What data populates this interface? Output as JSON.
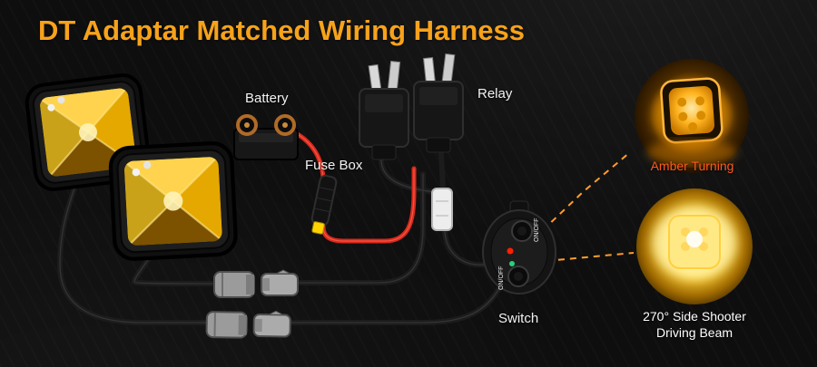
{
  "title": "DT Adaptar Matched Wiring Harness",
  "diagram": {
    "battery_label": "Battery",
    "fuse_box_label": "Fuse Box",
    "relay_label": "Relay",
    "switch_label": "Switch",
    "switch_button_top": "ON/OFF",
    "switch_button_bottom": "ON/OFF"
  },
  "callouts": {
    "amber_turning": "Amber Turning",
    "driving_beam_line1": "270° Side Shooter",
    "driving_beam_line2": "Driving Beam"
  },
  "colors": {
    "title": "#f7a21b",
    "amber_text": "#ff5a1f",
    "wire_black": "#1c1c1c",
    "wire_red": "#d8291c",
    "dashed_line": "#ff9d2e",
    "amber_glow": "#f59e00",
    "beam_yellow": "#ffd43a",
    "background": "#0e0e0e"
  }
}
